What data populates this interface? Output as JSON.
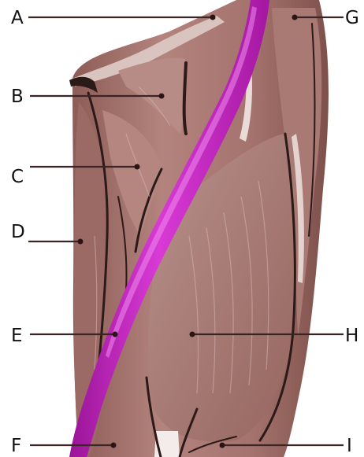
{
  "diagram": {
    "labels": {
      "A": "A",
      "B": "B",
      "C": "C",
      "D": "D",
      "E": "E",
      "F": "F",
      "G": "G",
      "H": "H",
      "I": "I"
    }
  },
  "colors": {
    "background": "#ffffff",
    "muscle_base": "#a7746f",
    "muscle_light": "#c9a19b",
    "muscle_dark": "#6e4541",
    "highlight_muscle": "#c21ec0",
    "highlight_muscle_light": "#e05fde",
    "groove": "#2b1a18",
    "tendon": "#f1e9e6",
    "leader_line": "#3b2424"
  }
}
